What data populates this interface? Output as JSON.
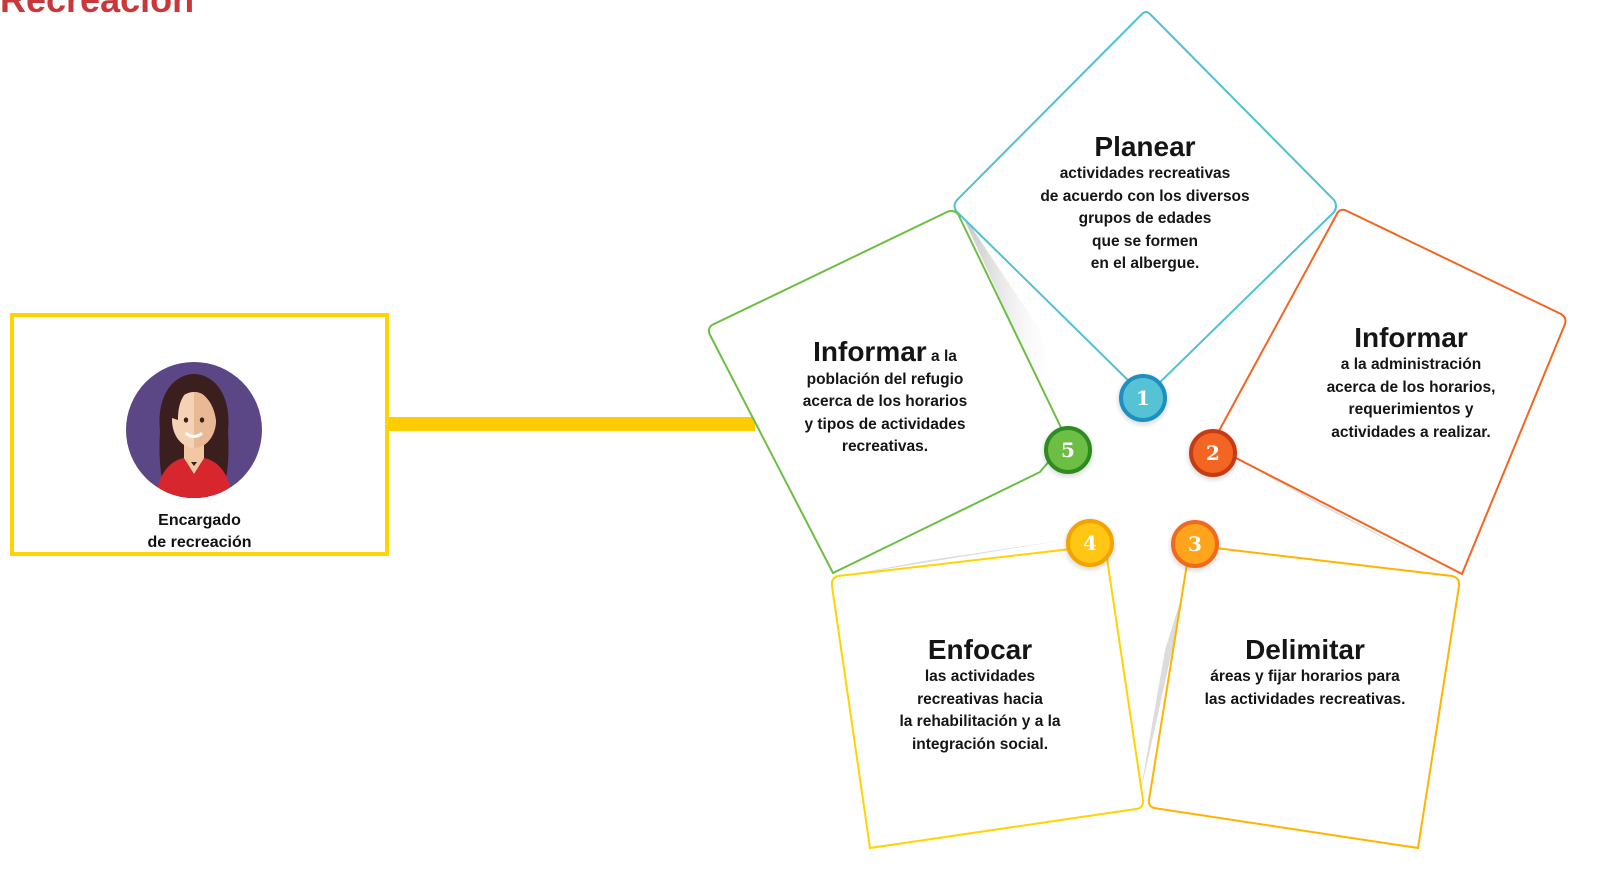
{
  "page_title": "Recreación",
  "person": {
    "icon": "woman-avatar-icon",
    "label_lines": [
      "Encargado",
      "de recreación"
    ]
  },
  "colors": {
    "title": "#c9373a",
    "card_border": "#ffd400",
    "connector": "#ffcc00",
    "step1": "#4fc1d1",
    "step2": "#f26522",
    "step3": "#ffb400",
    "step4": "#ffd400",
    "step5": "#6cbe45"
  },
  "steps": [
    {
      "number": "1",
      "title": "Planear",
      "lines": [
        "actividades recreativas",
        "de acuerdo con los diversos",
        "grupos de edades",
        "que se formen",
        "en el albergue."
      ]
    },
    {
      "number": "2",
      "title": "Informar",
      "lines": [
        "a la administración",
        "acerca de los horarios,",
        "requerimientos y",
        "actividades a realizar."
      ]
    },
    {
      "number": "3",
      "title": "Delimitar",
      "lines": [
        "áreas y fijar horarios para",
        "las actividades recreativas."
      ]
    },
    {
      "number": "4",
      "title": "Enfocar",
      "lines": [
        "las actividades",
        "recreativas hacia",
        "la rehabilitación y a la",
        "integración social."
      ]
    },
    {
      "number": "5",
      "title": "Informar",
      "inline_after_title": "a la",
      "lines": [
        "población del refugio",
        "acerca de los horarios",
        "y tipos de actividades",
        "recreativas."
      ]
    }
  ]
}
